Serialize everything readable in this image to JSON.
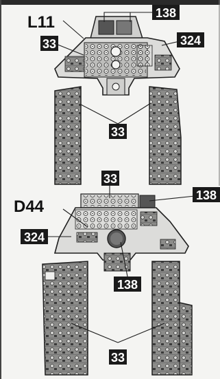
{
  "diagram": {
    "part_labels": {
      "upper": "L11",
      "lower": "D44"
    },
    "callouts": {
      "upper_top": "138",
      "upper_left": "33",
      "upper_right": "324",
      "upper_side_consoles": "33",
      "lower_top": "33",
      "lower_right": "138",
      "lower_left": "324",
      "lower_center": "138",
      "lower_side_consoles": "33"
    }
  },
  "colors": {
    "background": "#f4f4f2",
    "panel_fill": "#dcdcda",
    "console_fill": "#8c8c8a",
    "outline": "#1e1e1e",
    "callout_box": "#1a1a1a",
    "callout_text": "#ffffff"
  }
}
